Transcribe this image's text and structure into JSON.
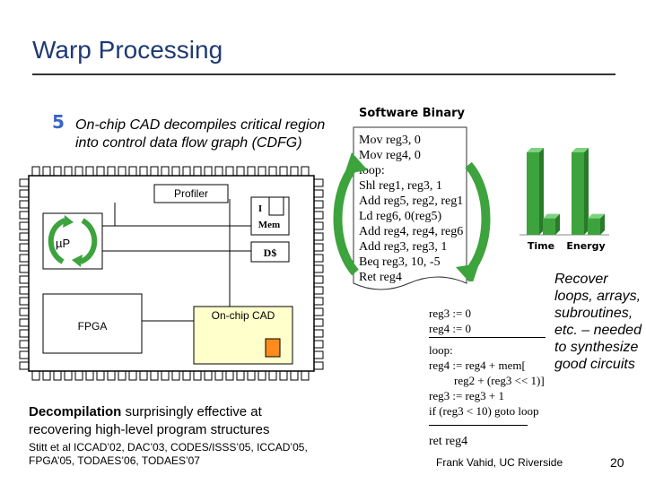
{
  "slide": {
    "title": "Warp Processing",
    "bullet_number": "5",
    "bullet_text": "On-chip CAD decompiles critical region into control data flow graph (CDFG)",
    "footer_author": "Frank Vahid, UC Riverside",
    "page_number": "20"
  },
  "chip": {
    "profiler": "Profiler",
    "imem_line1": "I",
    "imem_line2": "Mem",
    "dcache": "D$",
    "up": "µP",
    "fpga": "FPGA",
    "oncad": "On-chip CAD"
  },
  "binary": {
    "heading": "Software Binary",
    "lines": [
      "Mov reg3, 0",
      "Mov reg4, 0",
      "loop:",
      "Shl reg1, reg3, 1",
      "Add reg5, reg2, reg1",
      "Ld reg6, 0(reg5)",
      "Add reg4, reg4, reg6",
      "Add reg3, reg3, 1",
      "Beq reg3, 10, -5",
      "Ret reg4"
    ]
  },
  "chart": {
    "label_time": "Time",
    "label_energy": "Energy",
    "bars": [
      {
        "name": "time-original",
        "value": 100,
        "color": "#3da33d"
      },
      {
        "name": "time-warp",
        "value": 20,
        "color": "#3da33d"
      },
      {
        "name": "energy-original",
        "value": 100,
        "color": "#3da33d"
      },
      {
        "name": "energy-warp",
        "value": 20,
        "color": "#3da33d"
      }
    ]
  },
  "decompiled": {
    "init_lines": [
      "reg3 := 0",
      "reg4 := 0"
    ],
    "loop_lines": [
      "loop:",
      "reg4 := reg4 + mem[",
      "reg2 + (reg3 << 1)]",
      "reg3 := reg3 + 1",
      "if (reg3 < 10) goto loop"
    ],
    "ret_line": "ret reg4"
  },
  "recover_text": "Recover loops, arrays, subroutines, etc. – needed to synthesize good circuits",
  "decompilation": {
    "bold": "Decompilation",
    "rest": " surprisingly effective at recovering high-level program structures"
  },
  "citation": "Stitt et al ICCAD’02, DAC’03, CODES/ISSS’05, ICCAD’05, FPGA’05, TODAES’06, TODAES’07",
  "colors": {
    "title": "#1f3a73",
    "bullet": "#3b64c8",
    "arrow_green": "#3da33d",
    "oncad_fill": "#ffffcc",
    "cad_chip": "#ff8c1a"
  }
}
